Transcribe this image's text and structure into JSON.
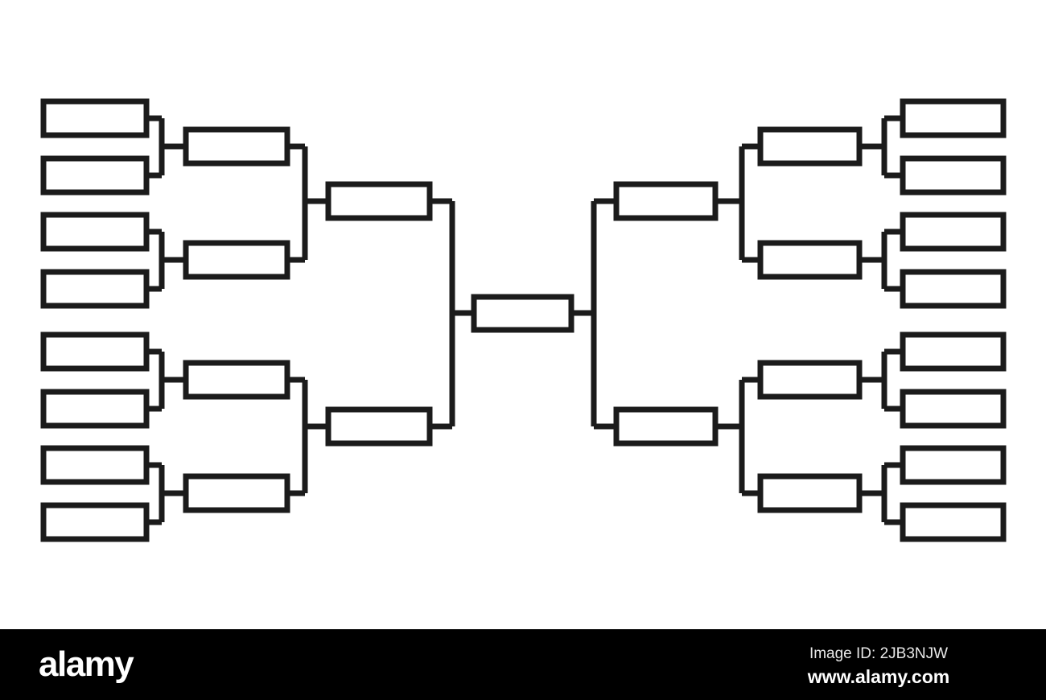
{
  "diagram": {
    "type": "single-elimination-tournament-bracket",
    "orientation": "mirrored-horizontal",
    "total_slots": 30,
    "rounds_per_side": 4,
    "line_color": "#1b1b1b",
    "fill_color": "#ffffff",
    "background": "#ffffff",
    "stroke_width": 7,
    "left": {
      "round1": [
        {
          "id": "L1-1",
          "label": ""
        },
        {
          "id": "L1-2",
          "label": ""
        },
        {
          "id": "L1-3",
          "label": ""
        },
        {
          "id": "L1-4",
          "label": ""
        },
        {
          "id": "L1-5",
          "label": ""
        },
        {
          "id": "L1-6",
          "label": ""
        },
        {
          "id": "L1-7",
          "label": ""
        },
        {
          "id": "L1-8",
          "label": ""
        }
      ],
      "round2": [
        {
          "id": "L2-1",
          "label": ""
        },
        {
          "id": "L2-2",
          "label": ""
        },
        {
          "id": "L2-3",
          "label": ""
        },
        {
          "id": "L2-4",
          "label": ""
        }
      ],
      "round3": [
        {
          "id": "L3-1",
          "label": ""
        },
        {
          "id": "L3-2",
          "label": ""
        }
      ]
    },
    "right": {
      "round1": [
        {
          "id": "R1-1",
          "label": ""
        },
        {
          "id": "R1-2",
          "label": ""
        },
        {
          "id": "R1-3",
          "label": ""
        },
        {
          "id": "R1-4",
          "label": ""
        },
        {
          "id": "R1-5",
          "label": ""
        },
        {
          "id": "R1-6",
          "label": ""
        },
        {
          "id": "R1-7",
          "label": ""
        },
        {
          "id": "R1-8",
          "label": ""
        }
      ],
      "round2": [
        {
          "id": "R2-1",
          "label": ""
        },
        {
          "id": "R2-2",
          "label": ""
        },
        {
          "id": "R2-3",
          "label": ""
        },
        {
          "id": "R2-4",
          "label": ""
        }
      ],
      "round3": [
        {
          "id": "R3-1",
          "label": ""
        },
        {
          "id": "R3-2",
          "label": ""
        }
      ]
    },
    "final": {
      "id": "FINAL",
      "label": ""
    }
  },
  "footer": {
    "logo": "alamy",
    "image_id": "Image ID: 2JB3NJW",
    "url": "www.alamy.com",
    "background": "#000000",
    "text_color": "#ffffff"
  }
}
